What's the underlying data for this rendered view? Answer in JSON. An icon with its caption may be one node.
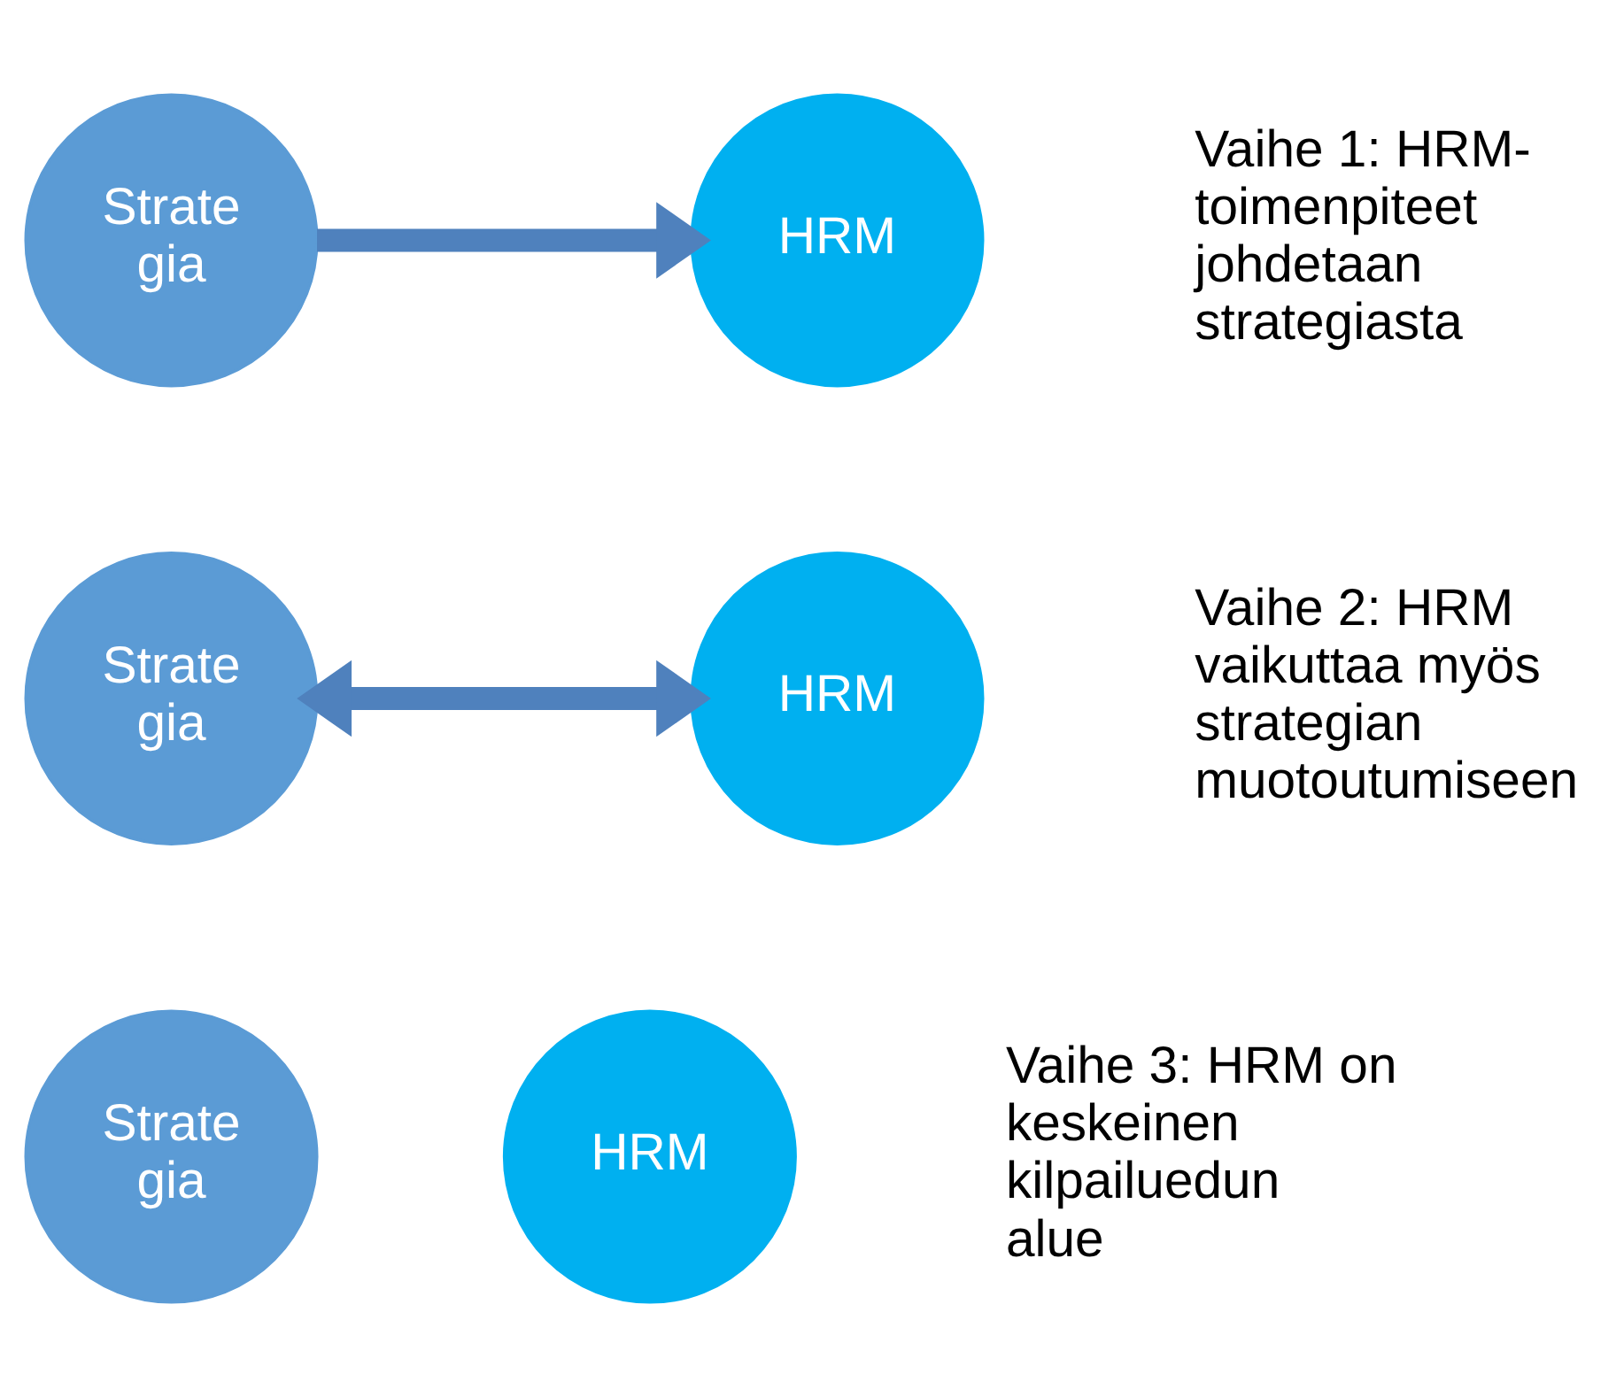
{
  "diagram": {
    "nodes": [
      {
        "text": [
          "Strate gia"
        ]
      },
      {
        "text": [
          "HRM"
        ]
      },
      {
        "text": [
          "Strate gia"
        ]
      },
      {
        "text": [
          "HRM"
        ]
      },
      {
        "text": [
          "Strate gia"
        ]
      },
      {
        "text": [
          "HRM"
        ]
      }
    ],
    "edges": [
      {
        "from": 0,
        "to": 1,
        "arrow": "to"
      },
      {
        "from": 2,
        "to": 3,
        "arrow": "both"
      }
    ],
    "labels": [
      "Vaihe 1: HRM- toimenpiteet johdetaan strategiasta",
      "Vaihe 2: HRM vaikuttaa myös strategian muotoutumiseen",
      "Vaihe 3: HRM on keskeinen kilpailuedun alue"
    ]
  }
}
